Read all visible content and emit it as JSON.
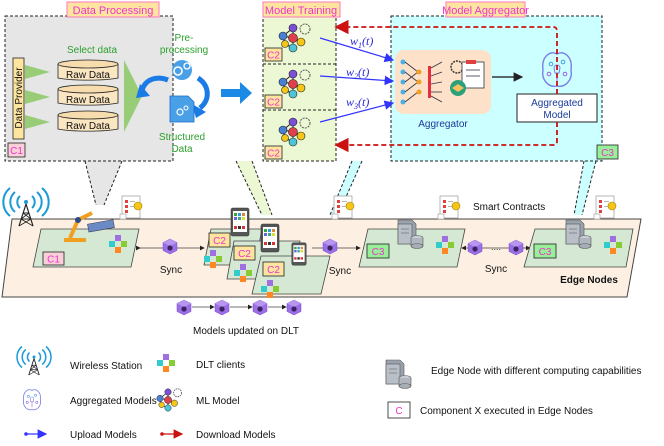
{
  "panels": {
    "data_processing": {
      "title": "Data Processing",
      "component": "C1",
      "data_provider": "Data Provider",
      "select_data": "Select data",
      "raw_data": [
        "Raw Data",
        "Raw Data",
        "Raw Data"
      ],
      "preprocessing_line1": "Pre-",
      "preprocessing_line2": "processing",
      "structured_line1": "Structured",
      "structured_line2": "Data"
    },
    "model_training": {
      "title": "Model Training",
      "components": [
        "C2",
        "C2",
        "C2"
      ],
      "weights": [
        {
          "base": "w",
          "sub": "1",
          "arg": "(t)"
        },
        {
          "base": "w",
          "sub": "2",
          "arg": "(t)"
        },
        {
          "base": "w",
          "sub": "3",
          "arg": "(t)"
        }
      ]
    },
    "model_aggregator": {
      "title": "Model Aggregator",
      "component": "C3",
      "aggregator_label": "Aggregator",
      "aggregated_line1": "Aggregated",
      "aggregated_line2": "Model"
    }
  },
  "network": {
    "smart_contracts": "Smart Contracts",
    "edge_nodes": "Edge Nodes",
    "sync_labels": [
      "Sync",
      "Sync",
      "Sync"
    ],
    "ellipsis": "....",
    "nodes": [
      {
        "component": "C1"
      },
      {
        "component": "C2"
      },
      {
        "component": "C2"
      },
      {
        "component": "C2"
      },
      {
        "component": "C3"
      },
      {
        "component": "C3"
      }
    ],
    "models_updated": "Models updated on DLT"
  },
  "legend": {
    "items": [
      {
        "icon": "wireless-station-icon",
        "label": "Wireless Station"
      },
      {
        "icon": "dlt-clients-icon",
        "label": "DLT clients"
      },
      {
        "icon": "edge-node-icon",
        "label": "Edge Node with different computing capabilities"
      },
      {
        "icon": "aggregated-models-icon",
        "label": "Aggregated Models"
      },
      {
        "icon": "ml-model-icon",
        "label": "ML Model"
      },
      {
        "icon": "component-icon",
        "symbol": "C",
        "label": "Component X executed in Edge Nodes"
      },
      {
        "icon": "upload-arrow-icon",
        "label": "Upload Models"
      },
      {
        "icon": "download-arrow-icon",
        "label": "Download Models"
      }
    ]
  },
  "colors": {
    "green_text": "#2ca02c",
    "blue_arrow": "#3333ff",
    "red_arrow": "#cc1111",
    "title_bg": "#fde5a0",
    "title_border": "#ff77bb",
    "title_text": "#ee33cc",
    "panel_gray": "#e6e6e6",
    "panel_green": "#ecf7d4",
    "panel_cyan": "#ccffff",
    "plane_bg": "#fdf0e2",
    "node_bg": "#d5e8d4",
    "cube_purple": "#a070e0"
  }
}
